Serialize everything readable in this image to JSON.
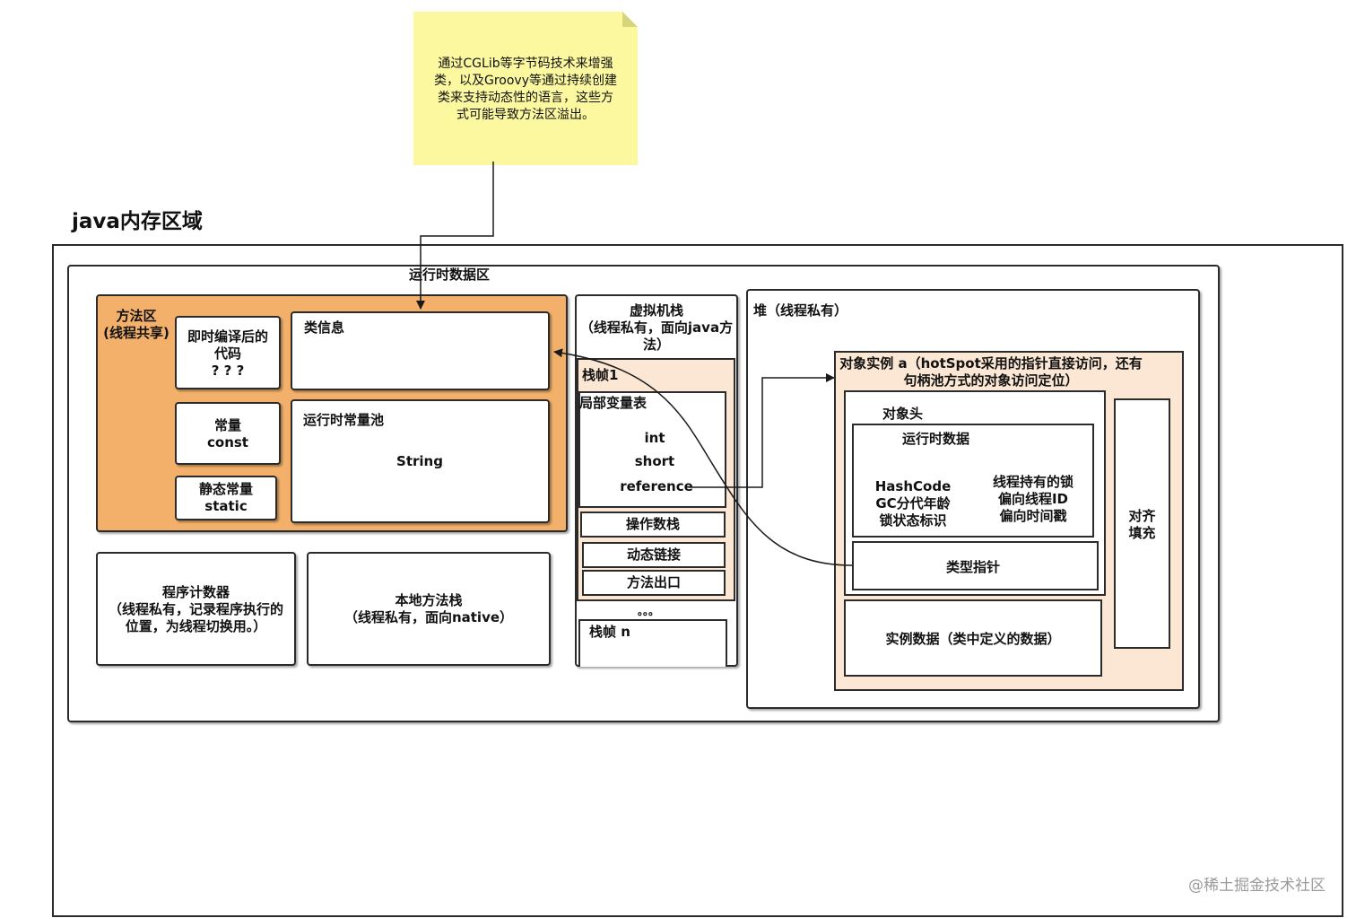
{
  "note": {
    "text": "通过CGLib等字节码技术来增强\n类，以及Groovy等通过持续创建\n类来支持动态性的语言，这些方\n式可能导致方法区溢出。"
  },
  "page_title": "java内存区域",
  "runtime_area": {
    "label": "运行时数据区"
  },
  "method_area": {
    "label": "方法区\n(线程共享)",
    "jit_code": "即时编译后的\n代码\n? ? ?",
    "constant": "常量\nconst",
    "static_constant": "静态常量\nstatic",
    "class_info": "类信息",
    "runtime_constant_pool": "运行时常量池",
    "string": "String"
  },
  "program_counter": {
    "text": "程序计数器\n（线程私有，记录程序执行的\n位置，为线程切换用。）"
  },
  "native_stack": {
    "text": "本地方法栈\n（线程私有，面向native）"
  },
  "vm_stack": {
    "label": "虚拟机栈\n（线程私有，面向java方\n法）",
    "frame1": "栈帧1",
    "locals_table": "局部变量表",
    "int": "int",
    "short": "short",
    "reference": "reference",
    "operand_stack": "操作数栈",
    "dynamic_link": "动态链接",
    "method_exit": "方法出口",
    "ellipsis": "。。。",
    "frame_n": "栈帧 n"
  },
  "heap": {
    "label": "堆（线程私有）",
    "object_instance": "对象实例 a（hotSpot采用的指针直接访问，还有\n句柄池方式的对象访问定位）",
    "object_header": "对象头",
    "runtime_data": "运行时数据",
    "hash_fields": "HashCode\nGC分代年龄\n锁状态标识",
    "lock_fields": "线程持有的锁\n偏向线程ID\n偏向时间戳",
    "type_pointer": "类型指针",
    "instance_data": "实例数据（类中定义的数据）",
    "padding": "对齐\n填充"
  },
  "watermark": "@稀土掘金技术社区",
  "colors": {
    "note_fill": "#fbf8a0",
    "method_area_fill": "#f2b06a",
    "frame_fill": "#fbe7d3",
    "object_fill": "#fbe7d3",
    "border": "#2b2b2b"
  }
}
